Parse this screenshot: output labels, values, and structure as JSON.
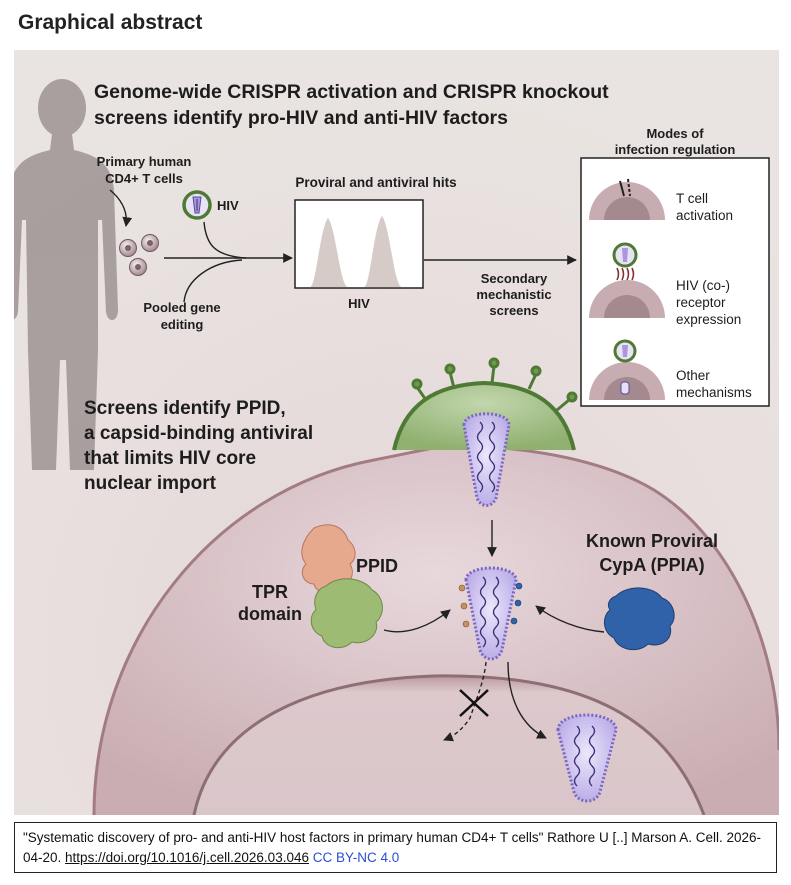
{
  "page": {
    "heading": "Graphical abstract"
  },
  "figure": {
    "title_line1": "Genome-wide CRISPR activation and CRISPR knockout",
    "title_line2": "screens identify pro-HIV and anti-HIV factors",
    "primary_cells_line1": "Primary human",
    "primary_cells_line2": "CD4+ T cells",
    "hiv_virion_label": "HIV",
    "pooled_line1": "Pooled gene",
    "pooled_line2": "editing",
    "hits_title": "Proviral and antiviral hits",
    "hits_axis": "HIV",
    "secondary_line1": "Secondary",
    "secondary_line2": "mechanistic",
    "secondary_line3": "screens",
    "modes_title_line1": "Modes of",
    "modes_title_line2": "infection regulation",
    "mode1_line1": "T cell",
    "mode1_line2": "activation",
    "mode2_line1": "HIV (co-)",
    "mode2_line2": "receptor",
    "mode2_line3": "expression",
    "mode3_line1": "Other",
    "mode3_line2": "mechanisms",
    "ppid_summary_line1": "Screens identify PPID,",
    "ppid_summary_line2": "a capsid-binding antiviral",
    "ppid_summary_line3": "that limits HIV core",
    "ppid_summary_line4": "nuclear import",
    "ppid_label": "PPID",
    "tpr_line1": "TPR",
    "tpr_line2": "domain",
    "cypa_line1": "Known Proviral",
    "cypa_line2": "CypA (PPIA)"
  },
  "citation": {
    "text": "\"Systematic discovery of pro- and anti-HIV host factors in primary human CD4+ T cells\" Rathore U [..] Marson A. Cell. 2026-04-20.",
    "doi": "https://doi.org/10.1016/j.cell.2026.03.046",
    "license": "CC BY-NC 4.0"
  },
  "colors": {
    "background": "#e9e3e0",
    "cell": "#d7bfc3",
    "capsid": "#8c77c8",
    "virion_envelope": "#5b8a3c",
    "ppid_tpr": "#e7a98d",
    "ppid_core": "#9dbb73",
    "cypa": "#2f62a8",
    "link": "#2a4fd6"
  }
}
